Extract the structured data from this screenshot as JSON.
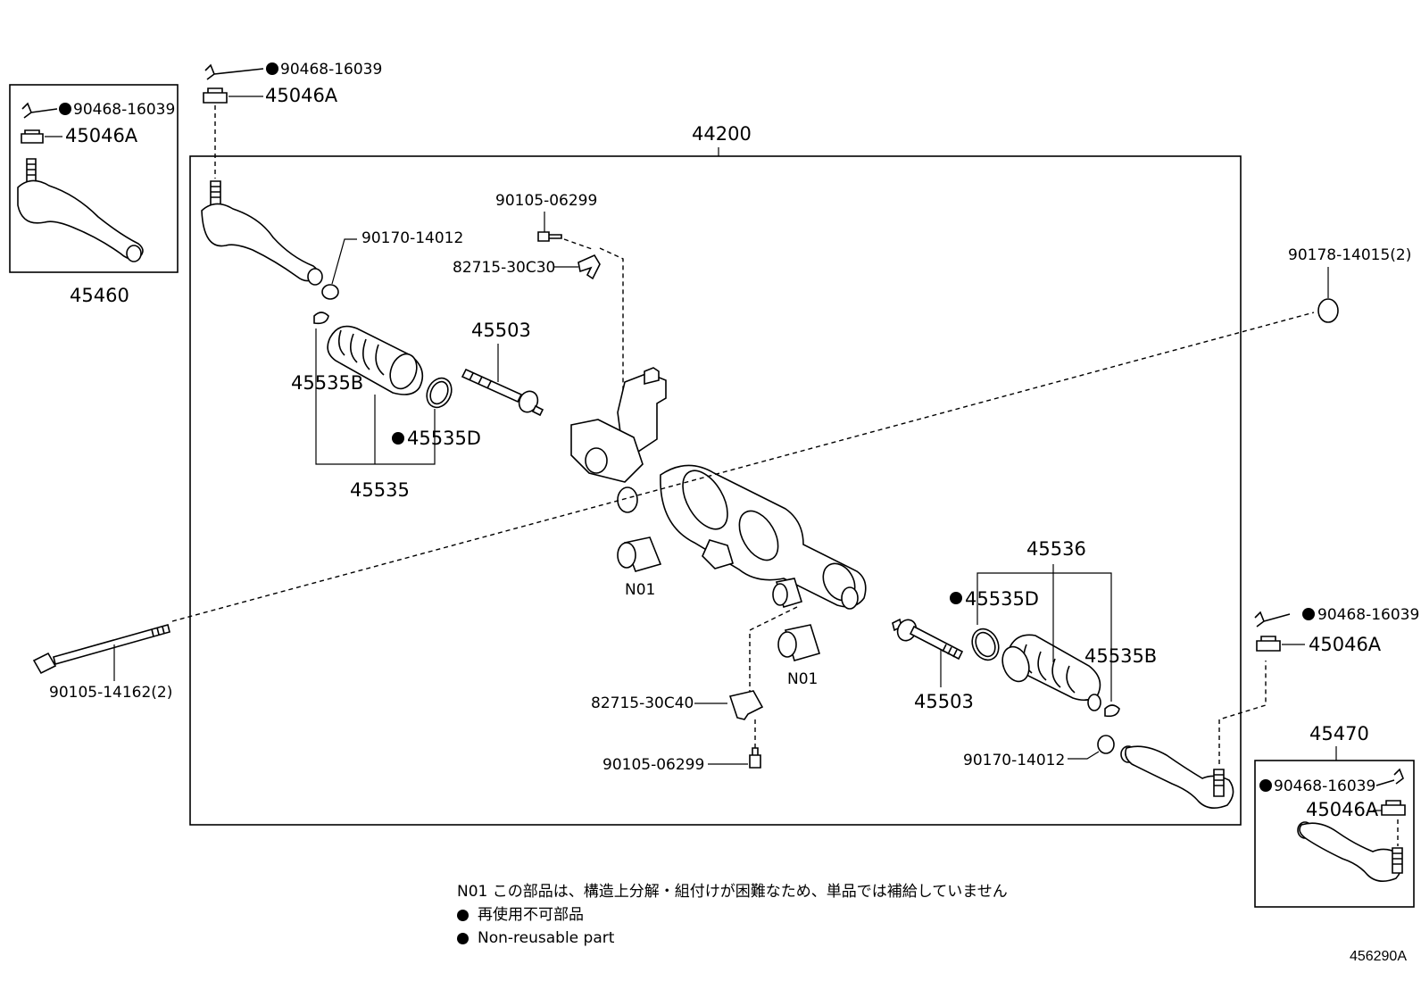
{
  "labels": {
    "assy": "44200",
    "bolt_small_top": "90105-06299",
    "bracket_top": "82715-30C30",
    "nut_rh_top": "90170-14012",
    "nut_big_right": "90178-14015(2)",
    "cotter_top": "90468-16039",
    "castle_nut_top": "45046A",
    "box_left_cotter": "90468-16039",
    "box_left_nut": "45046A",
    "box_left_part": "45460",
    "rack_end_left": "45503",
    "clip_left": "45535B",
    "clamp_left": "45535D",
    "boot_kit_left": "45535",
    "bushing_left": "N01",
    "bushing_right": "N01",
    "long_bolt": "90105-14162(2)",
    "bracket_bottom": "82715-30C40",
    "bolt_small_bottom": "90105-06299",
    "boot_kit_right": "45536",
    "clamp_right": "45535D",
    "clip_right": "45535B",
    "rack_end_right": "45503",
    "nut_lh_bottom": "90170-14012",
    "cotter_right": "90468-16039",
    "castle_nut_right": "45046A",
    "box_right_part": "45470",
    "box_right_cotter": "90468-16039",
    "box_right_nut": "45046A"
  },
  "notes": {
    "n01": "N01 この部品は、構造上分解・組付けが困難なため、単品では補給していません",
    "nonreusable_jp": "再使用不可部品",
    "nonreusable_en": "Non-reusable part"
  },
  "diagram_code": "456290A"
}
